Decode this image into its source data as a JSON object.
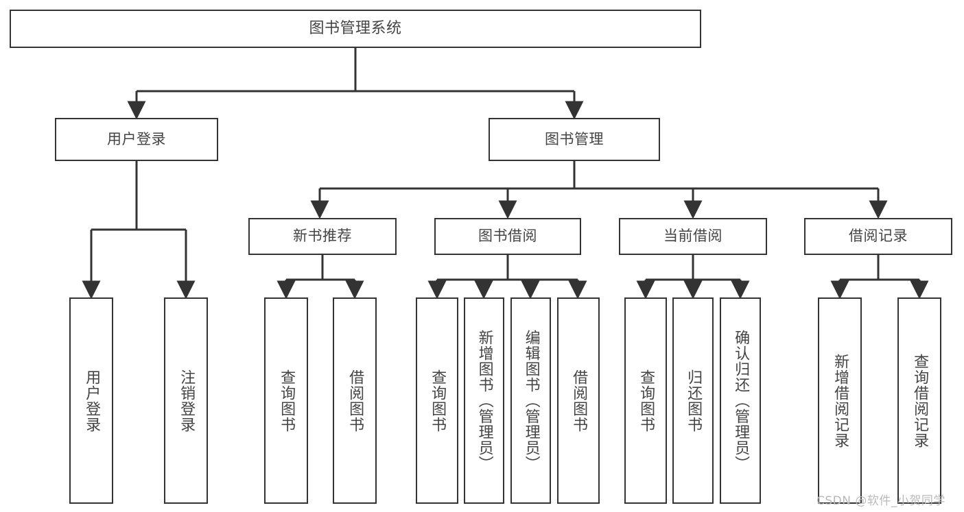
{
  "diagram": {
    "title": "图书管理系统",
    "root": {
      "label": "图书管理系统"
    },
    "level2": [
      {
        "label": "用户登录"
      },
      {
        "label": "图书管理"
      }
    ],
    "level3": [
      {
        "label": "新书推荐"
      },
      {
        "label": "图书借阅"
      },
      {
        "label": "当前借阅"
      },
      {
        "label": "借阅记录"
      }
    ],
    "leaves": {
      "user_login": [
        {
          "label": "用户登录"
        },
        {
          "label": "注销登录"
        }
      ],
      "new_book": [
        {
          "label": "查询图书"
        },
        {
          "label": "借阅图书"
        }
      ],
      "book_borrow": [
        {
          "label": "查询图书"
        },
        {
          "label": "新增图书（管理员）"
        },
        {
          "label": "编辑图书（管理员）"
        },
        {
          "label": "借阅图书"
        }
      ],
      "current_borrow": [
        {
          "label": "查询图书"
        },
        {
          "label": "归还图书"
        },
        {
          "label": "确认归还（管理员）"
        }
      ],
      "borrow_record": [
        {
          "label": "新增借阅记录"
        },
        {
          "label": "查询借阅记录"
        }
      ]
    }
  },
  "watermark": {
    "text": "CSDN @软件_小贺同学"
  },
  "colors": {
    "line": "#333333",
    "text": "#444444",
    "background": "#ffffff",
    "watermark": "#b9b9b9"
  }
}
